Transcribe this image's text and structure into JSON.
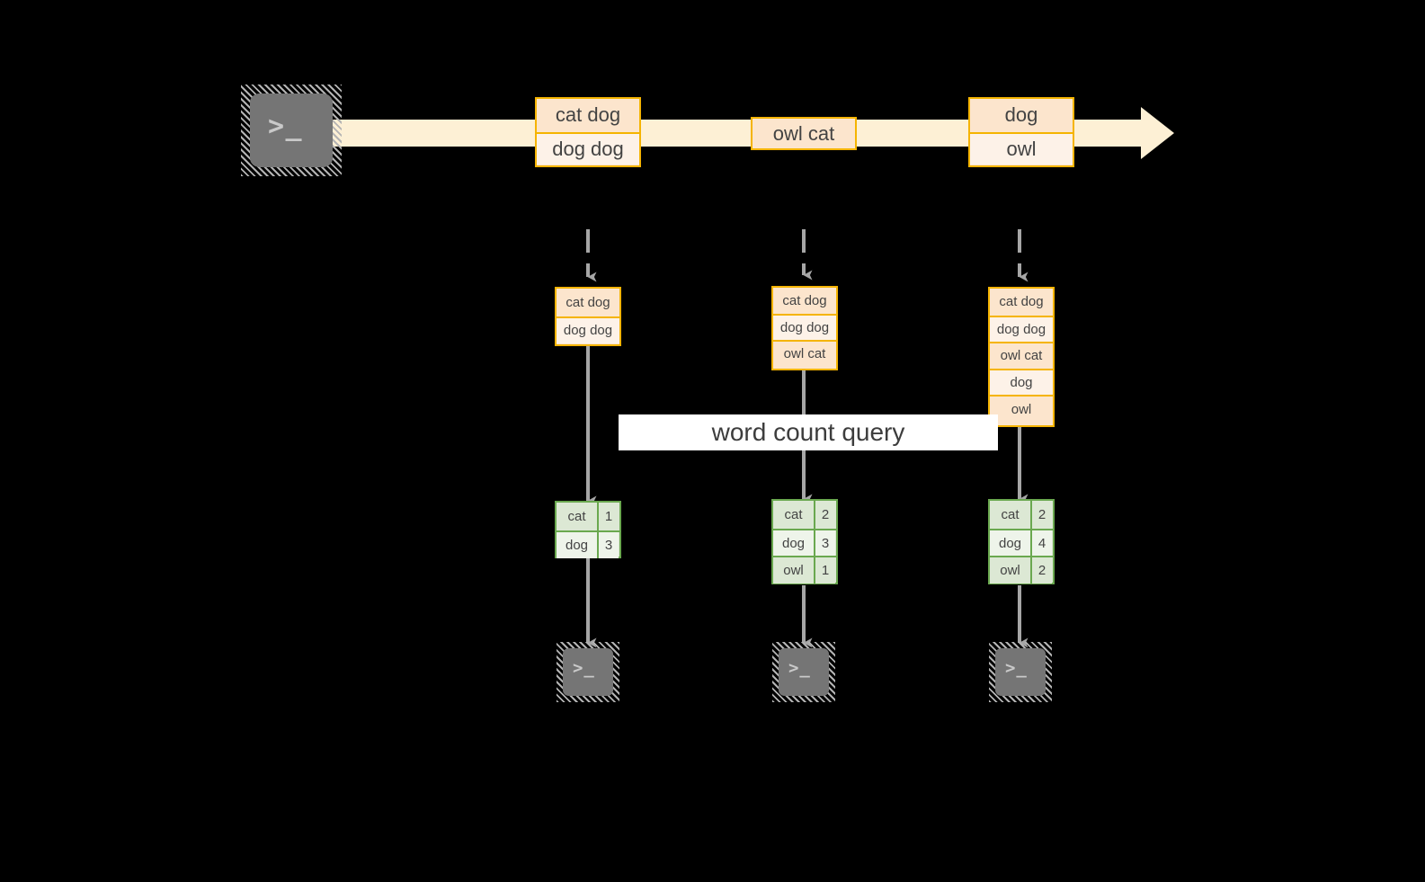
{
  "diagram": {
    "title_label": "word count query",
    "colors": {
      "background": "#000000",
      "stream_fill": "#fdf0d5",
      "token_border": "#f5b400",
      "token_fill_dark": "#fce5cd",
      "token_fill_light": "#fdf2e8",
      "table_border": "#6aa84f",
      "table_fill_dark": "#dce8d4",
      "table_fill_light": "#eef4ea",
      "arrow_gray": "#a6a6a6",
      "terminal_gray": "#757575",
      "label_band": "#ffffff"
    },
    "producer": {
      "icon": "terminal-icon",
      "glyph": ">_"
    },
    "stream": {
      "arrow_icon": "block-arrow-right-icon",
      "events": [
        {
          "id": "batch-1",
          "lines": [
            "cat dog",
            "dog dog"
          ]
        },
        {
          "id": "batch-2",
          "lines": [
            "owl cat"
          ]
        },
        {
          "id": "batch-3",
          "lines": [
            "dog",
            "owl"
          ]
        }
      ]
    },
    "snapshots": [
      {
        "id": "snapshot-1",
        "ingest_icon": "dashed-arrow-down-icon",
        "state_lines": [
          "cat dog",
          "dog dog"
        ],
        "query_icon": "arrow-down-icon",
        "result_header": null,
        "result_rows": [
          {
            "word": "cat",
            "count": "1"
          },
          {
            "word": "dog",
            "count": "3"
          }
        ],
        "output_icon": "terminal-icon",
        "output_glyph": ">_"
      },
      {
        "id": "snapshot-2",
        "ingest_icon": "dashed-arrow-down-icon",
        "state_lines": [
          "cat dog",
          "dog dog",
          "owl cat"
        ],
        "query_icon": "arrow-down-icon",
        "result_header": null,
        "result_rows": [
          {
            "word": "cat",
            "count": "2"
          },
          {
            "word": "dog",
            "count": "3"
          },
          {
            "word": "owl",
            "count": "1"
          }
        ],
        "output_icon": "terminal-icon",
        "output_glyph": ">_"
      },
      {
        "id": "snapshot-3",
        "ingest_icon": "dashed-arrow-down-icon",
        "state_lines": [
          "cat dog",
          "dog dog",
          "owl cat",
          "dog",
          "owl"
        ],
        "query_icon": "arrow-down-icon",
        "result_header": null,
        "result_rows": [
          {
            "word": "cat",
            "count": "2"
          },
          {
            "word": "dog",
            "count": "4"
          },
          {
            "word": "owl",
            "count": "2"
          }
        ],
        "output_icon": "terminal-icon",
        "output_glyph": ">_"
      }
    ]
  }
}
